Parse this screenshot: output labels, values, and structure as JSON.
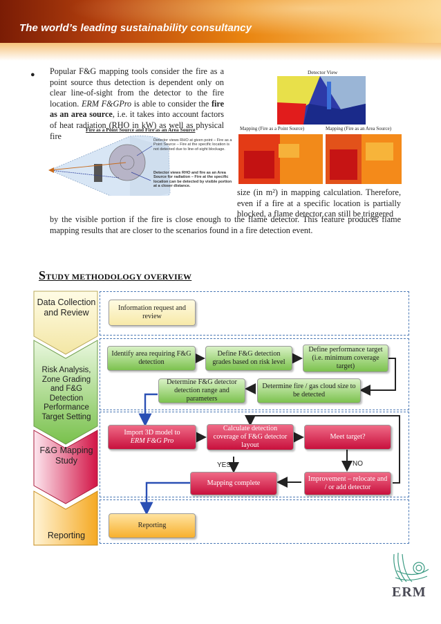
{
  "header": {
    "title": "The world’s leading sustainability consultancy"
  },
  "intro": {
    "bullet": "●",
    "text_prefix": "Popular F&G mapping tools consider the fire as a point source thus detection is dependent only on clear line-of-sight from the detector to the fire location. ",
    "product_italic": "ERM F&GPro",
    "text_mid": " is able to consider the ",
    "bold_phrase": "fire as an area source",
    "text_after_bold": ", i.e. it takes into account factors of heat radiation (RHO in kW) as well as physical fire",
    "continuation_right": "size (in m²) in mapping calculation. Therefore, even if a fire at a specific location is partially blocked, a flame detector can still be triggered",
    "continuation_full": "by the visible portion if the fire is close enough to the flame detector. This feature produces flame mapping results that are closer to the scenarios found in a fire detection event."
  },
  "figure_left": {
    "title": "Fire as a Point Source and Fire as an Area Source",
    "note_point": "Detector views RHO at given point – Fire as a Point Source – Fire at the specific location is not detected due to line-of-sight blockage.",
    "note_area": "Detector views RHO and fire as an Area Source for radiation – Fire at the specific location can be detected by visible portion at a closer distance."
  },
  "figure_right": {
    "detector_view": "Detector View",
    "map_point": "Mapping (Fire as a Point Source)",
    "map_area": "Mapping (Fire as an Area Source)"
  },
  "section": {
    "title_cap": "S",
    "title_rest": "TUDY METHODOLOGY OVERVIEW"
  },
  "stages": [
    {
      "label": "Data Collection and Review"
    },
    {
      "label": "Risk Analysis, Zone Grading and F&G Detection Performance Target Setting"
    },
    {
      "label": "F&G Mapping Study"
    },
    {
      "label": "Reporting"
    }
  ],
  "flow": {
    "info_request": "Information request and review",
    "identify_area": "Identify area requiring F&G detection",
    "define_grades": "Define F&G detection grades based on risk level",
    "define_target": "Define performance target (i.e. minimum coverage target)",
    "determine_range": "Determine F&G detector detection range and parameters",
    "determine_fire": "Determine fire / gas cloud size to be detected",
    "import_model_1": "Import 3D model to",
    "import_model_2": "ERM F&G Pro",
    "calculate": "Calculate detection coverage of F&G detector layout",
    "meet_target": "Meet target?",
    "yes": "YES",
    "no": "NO",
    "mapping_complete": "Mapping complete",
    "improvement": "Improvement  – relocate and / or add detector",
    "reporting": "Reporting"
  },
  "logo": {
    "text": "ERM"
  },
  "colors": {
    "lane_border": "#4a78b5",
    "arrow": "#222222",
    "yes_arrow": "#2a4fb4"
  }
}
